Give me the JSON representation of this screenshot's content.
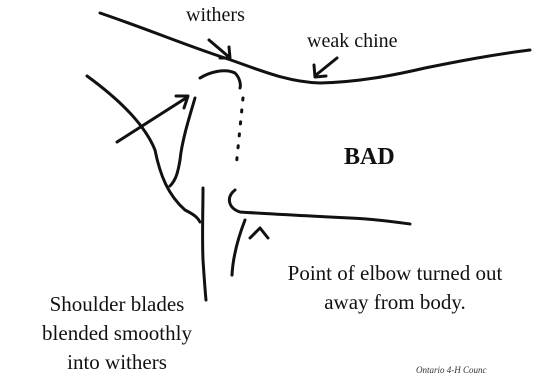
{
  "labels": {
    "withers": "withers",
    "weak_chine": "weak chine",
    "verdict": "BAD",
    "elbow_line1": "Point of elbow turned out",
    "elbow_line2": "away from body.",
    "blades_line1": "Shoulder blades",
    "blades_line2": "blended smoothly",
    "blades_line3": "into withers",
    "credit": "Ontario 4-H Counc"
  },
  "colors": {
    "ink": "#111111",
    "background": "#ffffff"
  }
}
